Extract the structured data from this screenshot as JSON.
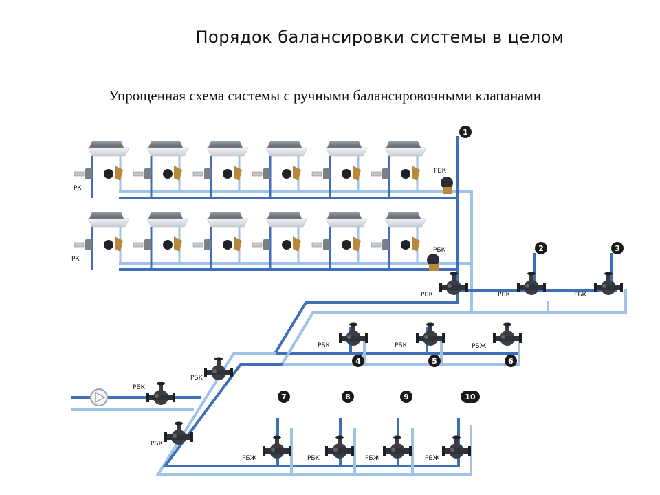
{
  "title": "Порядок балансировки системы в целом",
  "subtitle": "Упрощенная схема системы с ручными балансировочными клапанами",
  "colors": {
    "supply_pipe": "#3f6fb8",
    "return_pipe": "#9ec2e8",
    "valve_body": "#3a3d44",
    "brass": "#b8893a",
    "badge": "#1a1a1a"
  },
  "floor_labels": {
    "radiator_valve": "РК",
    "balancing_valve": "РБК"
  },
  "valve_labels": {
    "riser_1": "РБК",
    "riser_2": "РБК",
    "riser_3": "РБК",
    "branch_4": "РБК",
    "branch_5": "РБК",
    "branch_6": "РБЖ",
    "main_upper": "РБК",
    "main_pump": "РБК",
    "main_lower": "РБК",
    "branch_7": "РБЖ",
    "branch_8": "РБК",
    "branch_9": "РБЖ",
    "branch_10": "РБЖ"
  },
  "circuit_numbers": [
    "1",
    "2",
    "3",
    "4",
    "5",
    "6",
    "7",
    "8",
    "9",
    "10"
  ],
  "icons": {
    "pump": "pump-icon",
    "fan_coil": "fan-coil-icon",
    "valve": "valve-icon"
  }
}
